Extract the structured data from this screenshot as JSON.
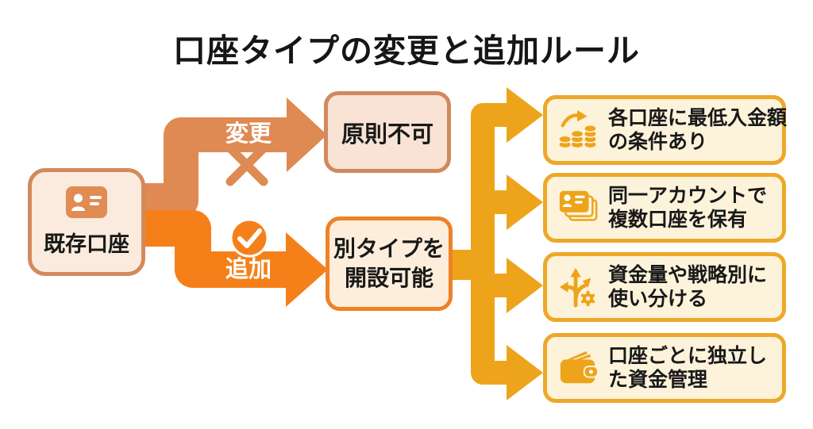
{
  "title": "口座タイプの変更と追加ルール",
  "source_box": {
    "label": "既存口座",
    "icon": "id-card-icon"
  },
  "change_branch": {
    "label": "変更",
    "mark": "cross",
    "result": "原則不可"
  },
  "add_branch": {
    "label": "追加",
    "mark": "check",
    "result_line1": "別タイプを",
    "result_line2": "開設可能"
  },
  "outcomes": [
    {
      "icon": "coins-growth-icon",
      "line1": "各口座に最低入金額",
      "line2": "の条件あり"
    },
    {
      "icon": "id-cards-stack-icon",
      "line1": "同一アカウントで",
      "line2": "複数口座を保有"
    },
    {
      "icon": "branching-arrows-gear-icon",
      "line1": "資金量や戦略別に",
      "line2": "使い分ける"
    },
    {
      "icon": "wallet-icon",
      "line1": "口座ごとに独立し",
      "line2": "た資金管理"
    }
  ],
  "colors": {
    "muted_orange": "#DE8A52",
    "bright_orange": "#F5801A",
    "amber": "#EDA41B",
    "source_fill": "#FAEBDE",
    "result_change_fill": "#F8E3D4",
    "result_add_fill": "#FDEEDB",
    "outcome_fill": "#FDF3DB",
    "outcome_border": "#EDA829"
  }
}
